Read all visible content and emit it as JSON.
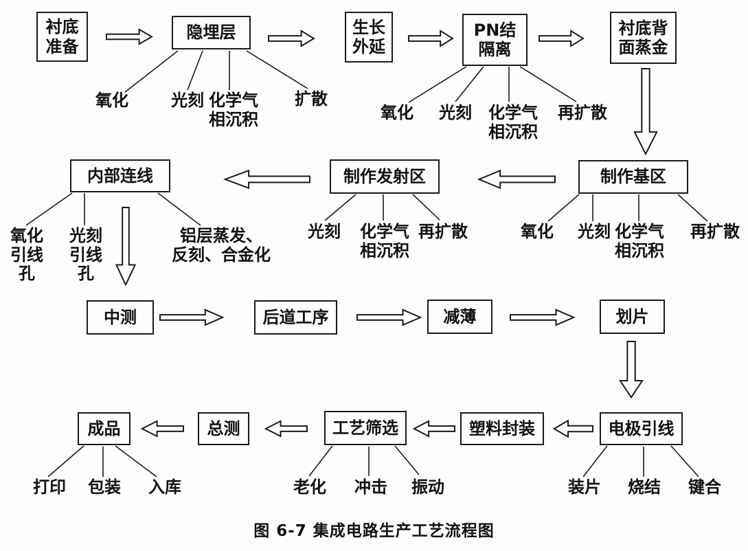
{
  "caption": "图 6-7  集成电路生产工艺流程图",
  "process": {
    "substrate_prep": {
      "label": "衬底\n准备"
    },
    "buried_layer": {
      "label": "隐埋层",
      "steps": {
        "oxidation": "氧化",
        "lithography": "光刻",
        "cvd": "化学气\n相沉积",
        "diffusion": "扩散"
      }
    },
    "epitaxy": {
      "label": "生长\n外延"
    },
    "pn_isolation": {
      "label": "PN结\n隔离",
      "steps": {
        "oxidation": "氧化",
        "lithography": "光刻",
        "cvd": "化学气\n相沉积",
        "rediffusion": "再扩散"
      }
    },
    "backside_gold": {
      "label": "衬底背\n面蒸金"
    },
    "base_region": {
      "label": "制作基区",
      "steps": {
        "oxidation": "氧化",
        "lithography": "光刻",
        "cvd": "化学气\n相沉积",
        "rediffusion": "再扩散"
      }
    },
    "emitter_region": {
      "label": "制作发射区",
      "steps": {
        "lithography": "光刻",
        "cvd": "化学气\n相沉积",
        "rediffusion": "再扩散"
      }
    },
    "interconnect": {
      "label": "内部连线",
      "steps": {
        "oxide_via": "氧化\n引线孔",
        "litho_via": "光刻\n引线孔",
        "al_metallization": "铝层蒸发、\n反刻、合金化"
      }
    },
    "mid_test": {
      "label": "中测"
    },
    "backend_process": {
      "label": "后道工序"
    },
    "thinning": {
      "label": "减薄"
    },
    "dicing": {
      "label": "划片"
    },
    "electrode_leads": {
      "label": "电极引线",
      "steps": {
        "die_attach": "装片",
        "sintering": "烧结",
        "bonding": "键合"
      }
    },
    "plastic_package": {
      "label": "塑料封装"
    },
    "process_screening": {
      "label": "工艺筛选",
      "steps": {
        "aging": "老化",
        "shock": "冲击",
        "vibration": "振动"
      }
    },
    "final_test": {
      "label": "总测"
    },
    "finished_product": {
      "label": "成品",
      "steps": {
        "marking": "打印",
        "packaging": "包装",
        "warehousing": "入库"
      }
    }
  }
}
